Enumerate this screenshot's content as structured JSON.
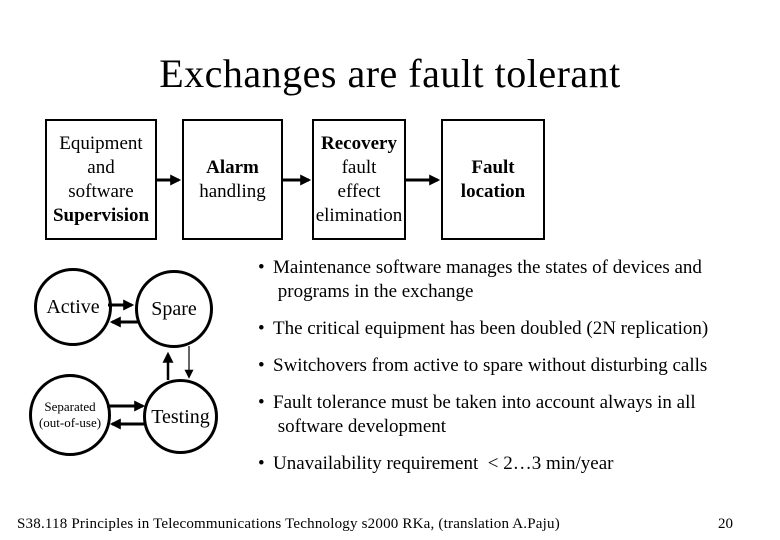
{
  "title": "Exchanges are fault tolerant",
  "colors": {
    "background": "#ffffff",
    "text": "#000000",
    "line": "#000000"
  },
  "flow_boxes": [
    {
      "lines": [
        "Equipment",
        "and",
        "software",
        "Supervision"
      ]
    },
    {
      "lines": [
        "Alarm",
        "handling"
      ]
    },
    {
      "lines": [
        "Recovery",
        "fault",
        "effect",
        "elimination"
      ]
    },
    {
      "lines": [
        "Fault",
        "location"
      ]
    }
  ],
  "states": {
    "active": "Active",
    "spare": "Spare",
    "separated": "Separated",
    "separated_note": "(out-of-use)",
    "testing": "Testing"
  },
  "bullet_char": "•",
  "bullets": [
    "Maintenance software manages the states of devices and\n programs in the exchange",
    "The critical equipment has been doubled (2N replication)",
    "Switchovers from active to spare without disturbing calls",
    "Fault tolerance must be taken into account always in all\n software development",
    "Unavailability requirement  < 2…3 min/year"
  ],
  "footer": {
    "course": "S38.118 Principles in Telecommunications Technology s2000 RKa, (translation A.Paju)",
    "page": "20"
  }
}
